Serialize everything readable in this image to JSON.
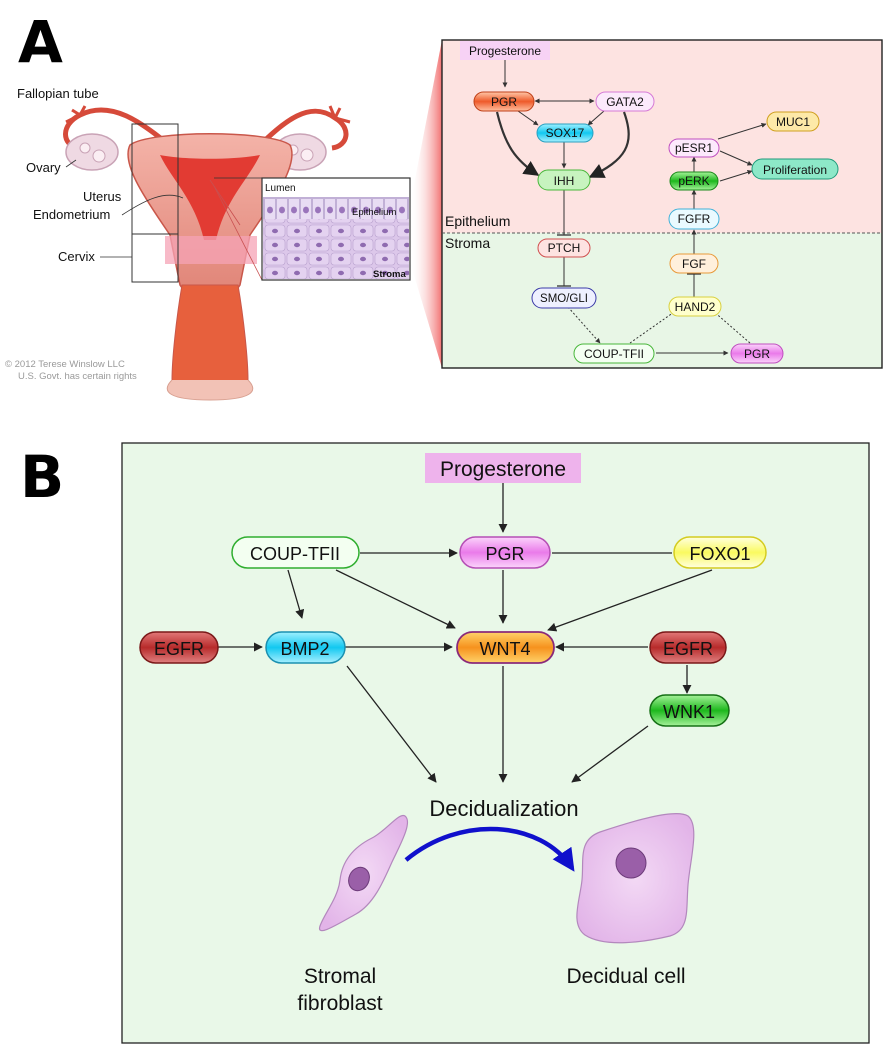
{
  "panel_a": {
    "letter": "A",
    "anatomy": {
      "fallopian_tube": "Fallopian tube",
      "ovary": "Ovary",
      "uterus": "Uterus",
      "endometrium": "Endometrium",
      "cervix": "Cervix",
      "copyright_line1": "© 2012 Terese Winslow LLC",
      "copyright_line2": "U.S. Govt. has certain rights"
    },
    "inset": {
      "lumen": "Lumen",
      "epithelium": "Epithelium",
      "stroma": "Stroma"
    },
    "pathway": {
      "zone_epithelium": "Epithelium",
      "zone_stroma": "Stroma",
      "nodes": {
        "progesterone": "Progesterone",
        "pgr_top": "PGR",
        "gata2": "GATA2",
        "sox17": "SOX17",
        "ihh": "IHH",
        "ptch": "PTCH",
        "smo_gli": "SMO/GLI",
        "coup_tfii": "COUP-TFII",
        "pgr_bottom": "PGR",
        "hand2": "HAND2",
        "fgf": "FGF",
        "fgfr": "FGFR",
        "perk": "pERK",
        "pesr1": "pESR1",
        "muc1": "MUC1",
        "proliferation": "Proliferation"
      }
    }
  },
  "panel_b": {
    "letter": "B",
    "nodes": {
      "progesterone": "Progesterone",
      "coup_tfii": "COUP-TFII",
      "pgr": "PGR",
      "foxo1": "FOXO1",
      "egfr_left": "EGFR",
      "bmp2": "BMP2",
      "wnt4": "WNT4",
      "egfr_right": "EGFR",
      "wnk1": "WNK1"
    },
    "decidualization": "Decidualization",
    "stromal_line1": "Stromal",
    "stromal_line2": "fibroblast",
    "decidual_cell": "Decidual cell"
  }
}
